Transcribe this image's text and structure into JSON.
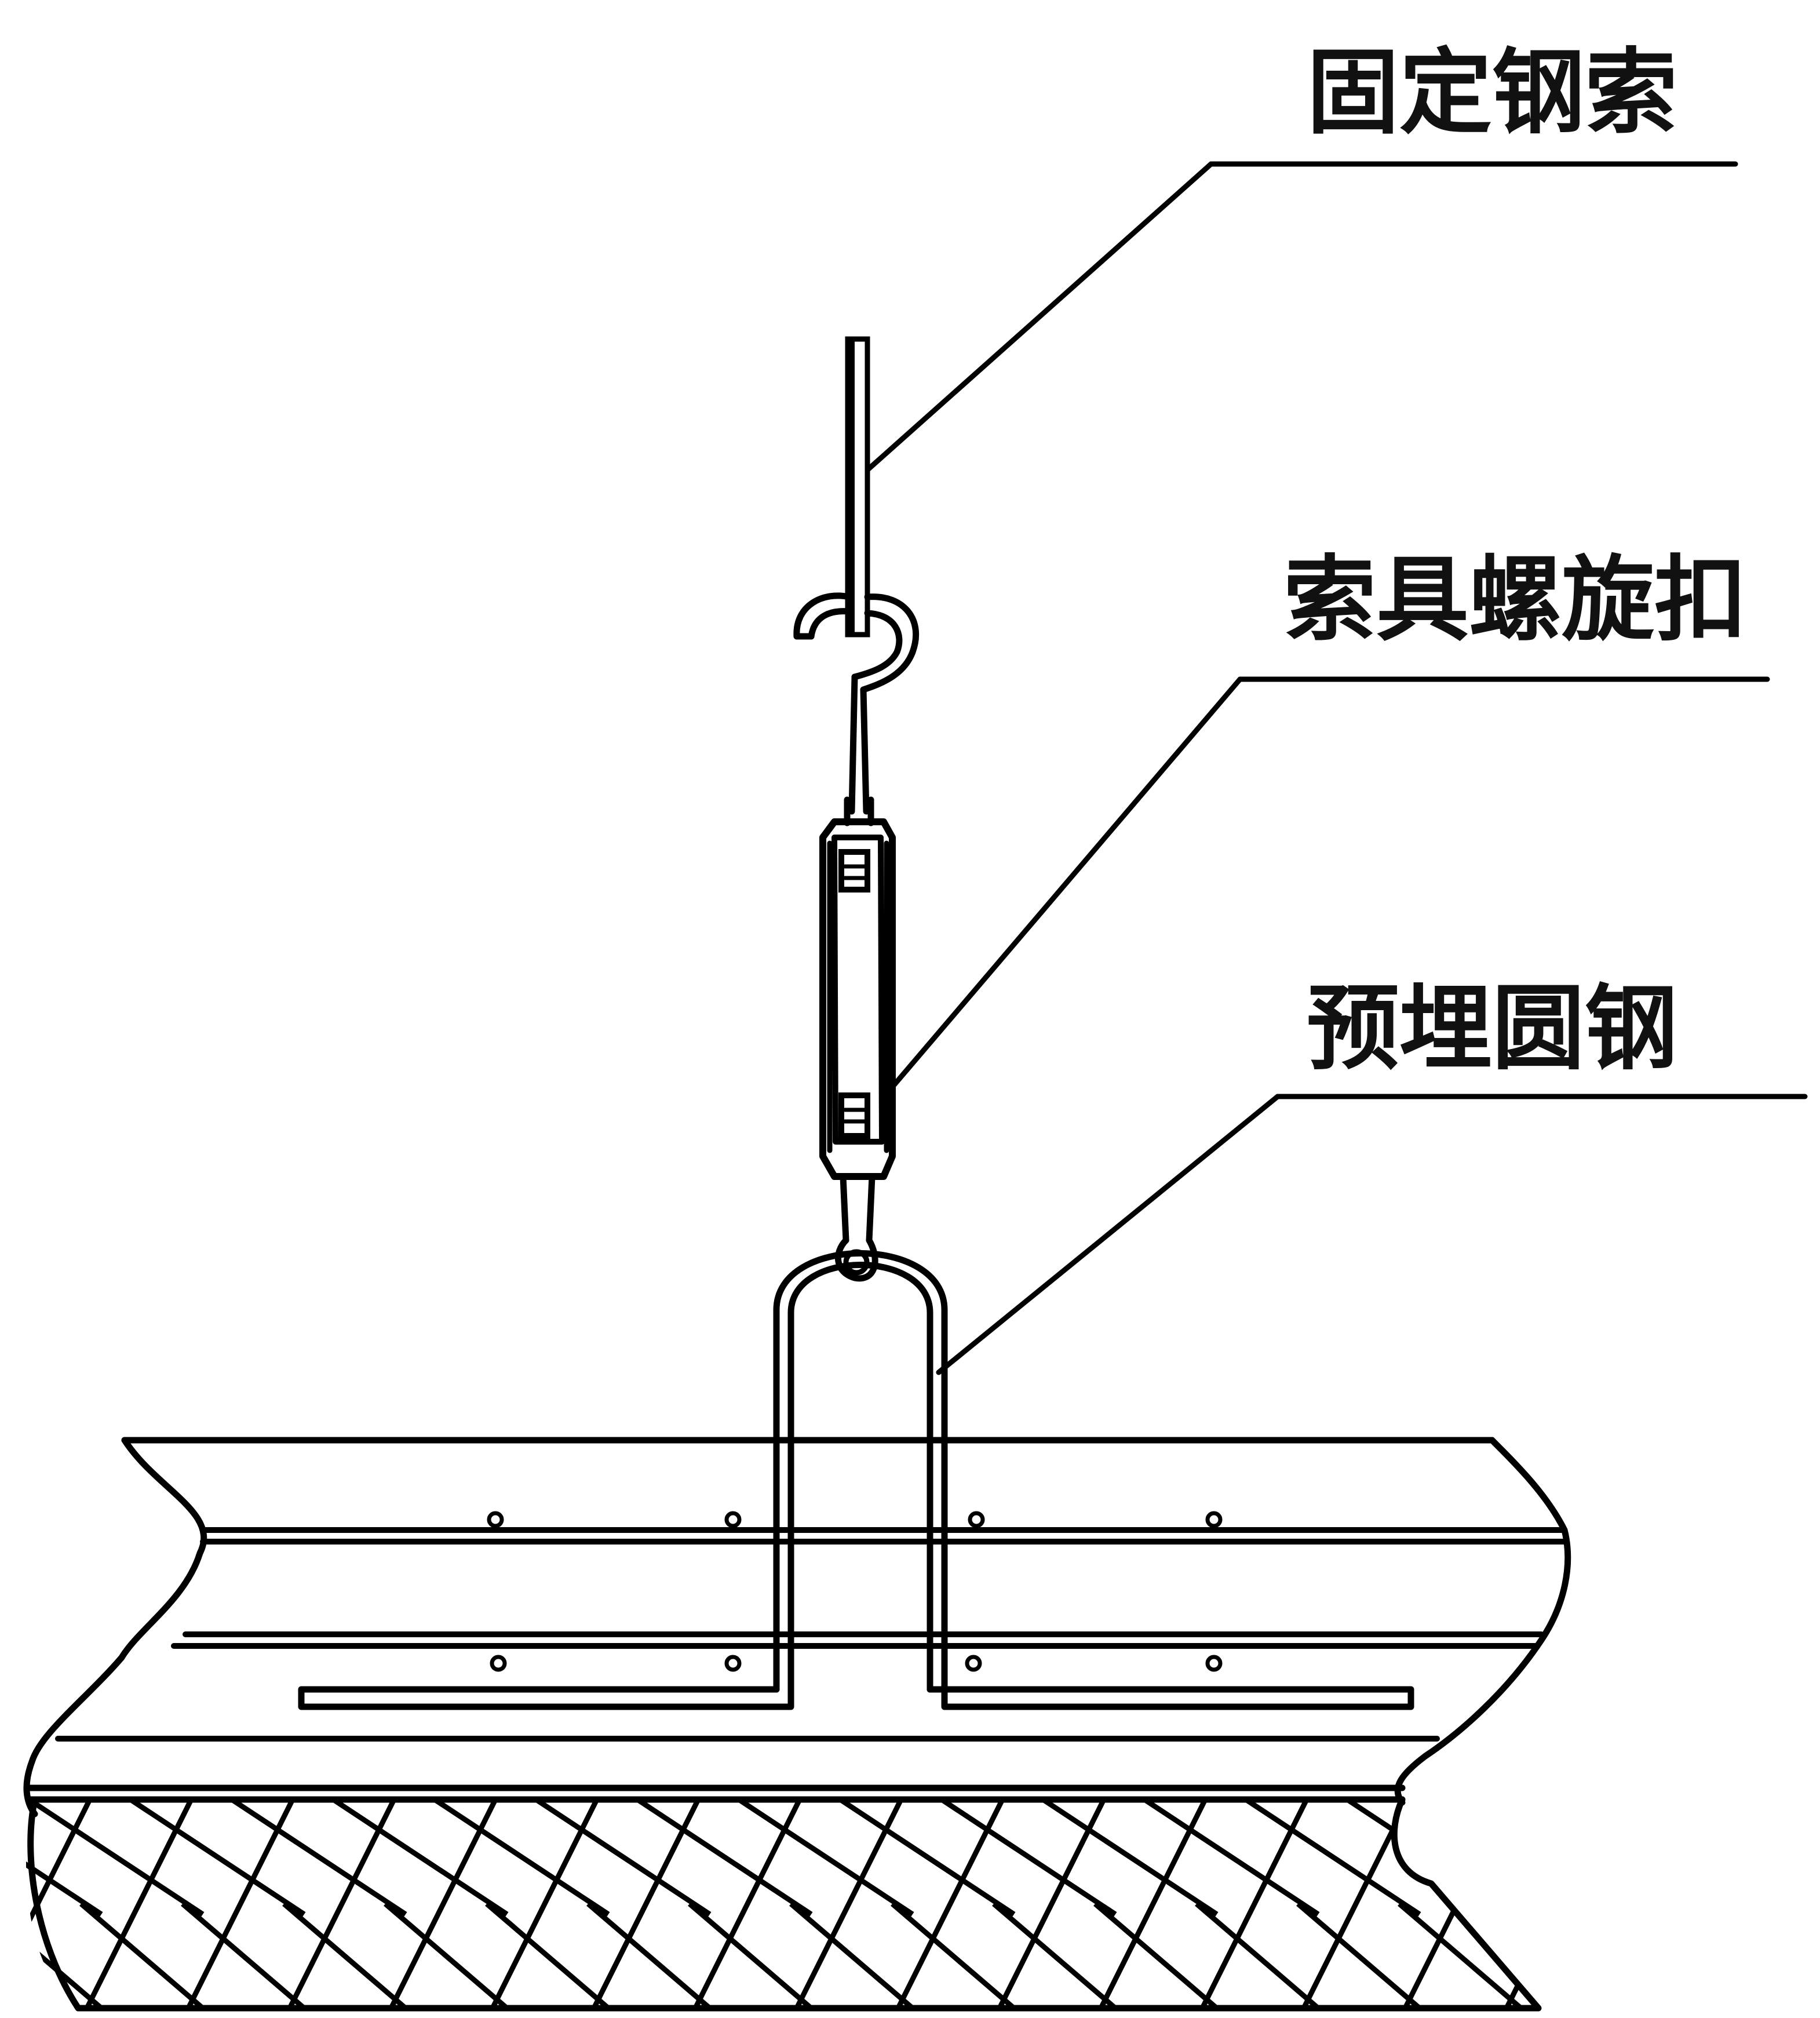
{
  "labels": {
    "fixed_cable": "固定钢索",
    "turnbuckle": "索具螺旋扣",
    "embedded_rod": "预埋圆钢"
  },
  "colors": {
    "line": "#000000",
    "background": "#ffffff"
  }
}
